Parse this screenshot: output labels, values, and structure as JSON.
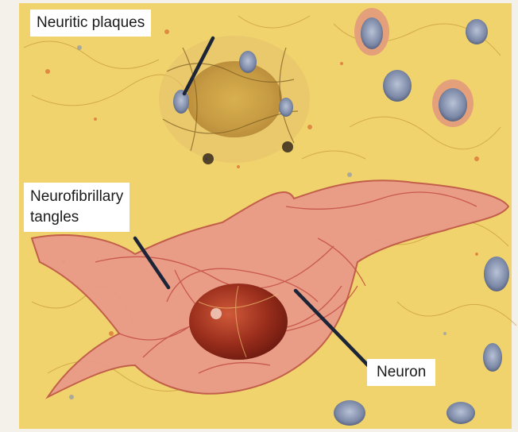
{
  "diagram": {
    "labels": {
      "plaques": "Neuritic plaques",
      "tangles_line1": "Neurofibrillary",
      "tangles_line2": "tangles",
      "neuron": "Neuron"
    }
  },
  "colors": {
    "background_tissue": "#f0d36a",
    "neuron_body": "#e89c8a",
    "nucleus": "#8a2418",
    "plaque_core": "#c9a04b",
    "pointer_line": "#1c2438"
  }
}
